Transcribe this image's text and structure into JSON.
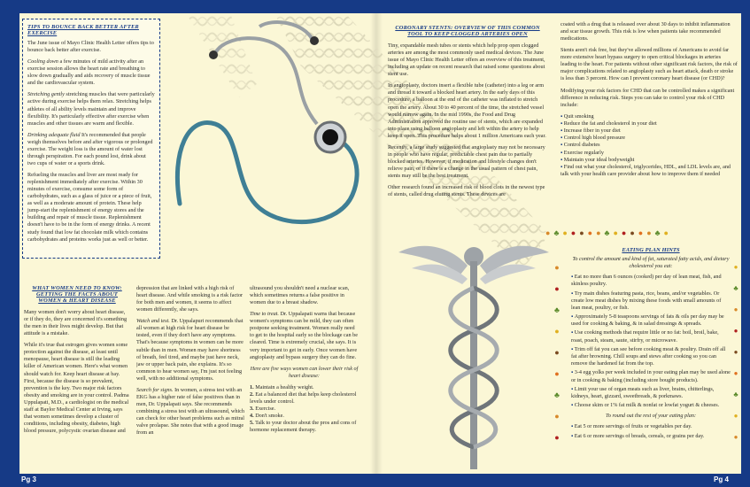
{
  "page_numbers": {
    "left": "Pg 3",
    "right": "Pg 4"
  },
  "tips_box": {
    "title": "Tips To Bounce Back Better After Exercise",
    "intro": "The June issue of Mayo Clinic Health Letter offers tips to bounce back better after exercise.",
    "p1_lead": "Cooling down",
    "p1": " a few minutes of mild activity after an exercise session allows the heart rate and breathing to slow down gradually and aids recovery of muscle tissue and the cardiovascular system.",
    "p2_lead": "Stretching gently",
    "p2": " stretching muscles that were particularly active during exercise helps them relax. Stretching helps athletes of all ability levels maintain and improve flexibility. It's particularly effective after exercise when muscles and other tissues are warm and flexible.",
    "p3_lead": "Drinking adequate fluid",
    "p3": " It's recommended that people weigh themselves before and after vigorous or prolonged exercise. The weight loss is the amount of water lost through perspiration. For each pound lost, drink about two cups of water or a sports drink.",
    "p4": "Refueling the muscles and liver are most ready for replenishment immediately after exercise. Within 30 minutes of exercise, consume some form of carbohydrates, such as a glass of juice or a piece of fruit, as well as a moderate amount of protein. These help jump-start the replenishment of energy stores and the building and repair of muscle tissue. Replenishment doesn't have to be in the form of energy drinks. A recent study found that low fat chocolate milk which contains carbohydrates and proteins works just as well or better."
  },
  "women": {
    "title_line1": "What Women Need To Know:",
    "title_line2": "Getting The Facts About",
    "title_line3": "Women & Heart Disease",
    "p1": "Many women don't worry about heart disease, or if they do, they are concerned it's something the men in their lives might develop. But that attitude is a mistake.",
    "p2": "While it's true that estrogen gives women some protection against the disease, at least until menopause, heart disease is still the leading killer of American women. Here's what women should watch for. Keep heart disease at bay. First, because the disease is so prevalent, prevention is the key. Two major risk factors obesity and smoking are in your control. Padma Uppulapati, M.D., a cardiologist on the medical staff at Baylor Medical Center at Irving, says that women sometimes develop a cluster of conditions, including obesity, diabetes, high blood pressure, polycystic ovarian disease and",
    "c2_p1": "depression that are linked with a high risk of heart disease. And while smoking is a risk factor for both men and women, it seems to affect women differently, she says.",
    "c2_p2_lead": "Watch and test.",
    "c2_p2": " Dr. Uppalapuri recommends that all women at high risk for heart disease be tested, even if they don't have any symptoms. That's because symptoms in women can be more subtle than in men. Women may have shortness of breath, feel tired, and maybe just have neck, jaw or upper back pain, she explains. It's so common to hear women say, I'm just not feeling well, with no additional symptoms.",
    "c2_p3_lead": "Search for signs.",
    "c2_p3": " In women, a stress test with an EKG has a higher rate of false positives than in men, Dr. Uppalapati says. She recommends combining a stress test with an ultrasound, which can check for other heart problems such as mitral valve prolapse. She notes that with a good image from an",
    "c3_p1": "ultrasound you shouldn't need a nuclear scan, which sometimes returns a false positive in women due to a breast shadow.",
    "c3_p2_lead": "Time to treat.",
    "c3_p2": " Dr. Uppalapati warns that because women's symptoms can be mild, they can often postpone seeking treatment. Women really need to get to the hospital early so the blockage can be cleared. Time is extremely crucial, she says. It is very important to get in early. Once women have angioplasty and bypass surgery they can do fine.",
    "c3_intro": "Here are five ways women can lower their risk of heart disease:",
    "steps": [
      "Maintain a healthy weight.",
      "Eat a balanced diet that helps keep cholesterol levels under control.",
      "Exercise.",
      "Don't smoke.",
      "Talk to your doctor about the pros and cons of hormone replacement therapy."
    ]
  },
  "stents": {
    "title_line1": "Coronary Stents: Overview Of This Common",
    "title_line2": "Tool To Keep Clogged Arteries Open",
    "p1": "Tiny, expandable mesh tubes or stents which help prop open clogged arteries are among the most commonly used medical devices. The June issue of Mayo Clinic Health Letter offers an overview of this treatment, including an update on recent research that raised some questions about stent use.",
    "p2": "In angioplasty, doctors insert a flexible tube (catheter) into a leg or arm and thread it toward a blocked heart artery. In the early days of this procedure, a balloon at the end of the catheter was inflated to stretch open the artery. About 30 to 40 percent of the time, the stretched vessel would narrow again. In the mid 1990s, the Food and Drug Administration approved the routine use of stents, which are expanded into place using balloon angioplasty and left within the artery to help keep it open. This procedure helps about 1 million Americans each year.",
    "p3": "Recently, a large study suggested that angioplasty may not be necessary in people who have regular, predictable chest pain due to partially blocked arteries. However, if medication and lifestyle changes don't relieve pain, or if there is a change in the usual pattern of chest pain, stents may still be the best treatment.",
    "p4": "Other research found an increased risk of blood clots in the newest type of stents, called drug eluting stents. These devices are",
    "r_p1": "coated with a drug that is released over about 30 days to inhibit inflammation and scar tissue growth. This risk is low when patients take recommended medications.",
    "r_p2": "Stents aren't risk free, but they've allowed millions of Americans to avoid far more extensive heart bypass surgery to open critical blockages in arteries leading to the heart. For patients without other significant risk factors, the risk of major complications related to angioplasty such as heart attack, death or stroke is less than 3 percent. How can I prevent coronary heart disease (or CHD)?",
    "r_p3": "Modifying your risk factors for CHD that can be controlled makes a significant difference in reducing risk. Steps you can take to control your risk of CHD include:",
    "list": [
      "Quit smoking",
      "Reduce the fat and cholesterol in your diet",
      "Increase fiber in your diet",
      "Control high blood pressure",
      "Control diabetes",
      "Exercise regularly",
      "Maintain your ideal bodyweight",
      "Find out what your cholesterol, triglycerides, HDL, and LDL levels are, and talk with your health care provider about how to improve them if needed"
    ]
  },
  "eating": {
    "title": "Eating Plan Hints",
    "intro": "To control the amount and kind of fat, saturated fatty acids, and dietary cholesterol you eat:",
    "hints": [
      "Eat no more than 6 ounces (cooked) per day of lean meat, fish, and skinless poultry.",
      "Try main dishes featuring pasta, rice, beans, and/or vegetables. Or create low meat dishes by mixing these foods with small amounts of lean meat, poultry, or fish.",
      "Approximately 5-8 teaspoons servings of fats & oils per day may be used for cooking & baking, & in salad dressings & spreads.",
      "Use cooking methods that require little or no fat: boil, broil, bake, roast, poach, steam, saute, stirfry, or microwave.",
      "Trim off fat you can see before cooking meat & poultry. Drain off all fat after browning. Chill soups and stews after cooking so you can remove the hardened fat from the top.",
      "3-4 egg yolks per week included in your eating plan may be used alone or in cooking & baking (including store bought products).",
      "Limit your use of organ meats such as liver, brains, chitterlings, kidneys, heart, gizzard, sweetbreads, & porkmaws.",
      "Choose skim or 1% fat milk & nonfat or lowfat yogurt & cheeses."
    ],
    "intro2": "To round out the rest of your eating plan:",
    "hints2": [
      "Eat 5 or more servings of fruits or vegetables per day.",
      "Eat 6 or more servings of breads, cereals, or grains per day."
    ]
  },
  "colors": {
    "navy": "#163a86",
    "cream": "#fbf7d6"
  },
  "icons": [
    "stethoscope-illustration",
    "stent-mesh-illustration",
    "caduceus-illustration",
    "fruit-vegetable-icons"
  ]
}
